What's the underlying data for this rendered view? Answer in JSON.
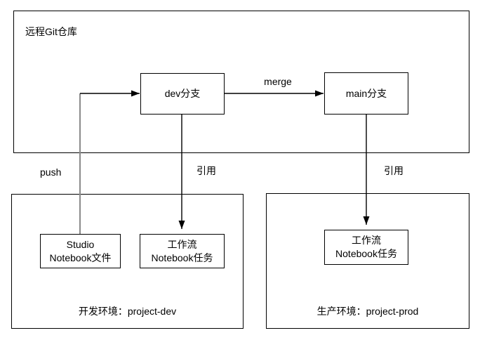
{
  "nodes": {
    "remote_repo": {
      "label": "远程Git仓库"
    },
    "dev_branch": {
      "label": "dev分支"
    },
    "main_branch": {
      "label": "main分支"
    },
    "studio_notebook": {
      "label": "Studio\nNotebook文件"
    },
    "workflow_dev": {
      "label": "工作流\nNotebook任务"
    },
    "workflow_prod": {
      "label": "工作流\nNotebook任务"
    },
    "dev_env": {
      "label": "开发环境：project-dev"
    },
    "prod_env": {
      "label": "生产环境：project-prod"
    }
  },
  "edges": {
    "push": {
      "label": "push"
    },
    "merge": {
      "label": "merge"
    },
    "ref_dev": {
      "label": "引用"
    },
    "ref_prod": {
      "label": "引用"
    }
  },
  "colors": {
    "line": "#000000",
    "push_line": "#8a8a8a",
    "node_border": "#000000",
    "background": "#ffffff",
    "text": "#000000"
  }
}
